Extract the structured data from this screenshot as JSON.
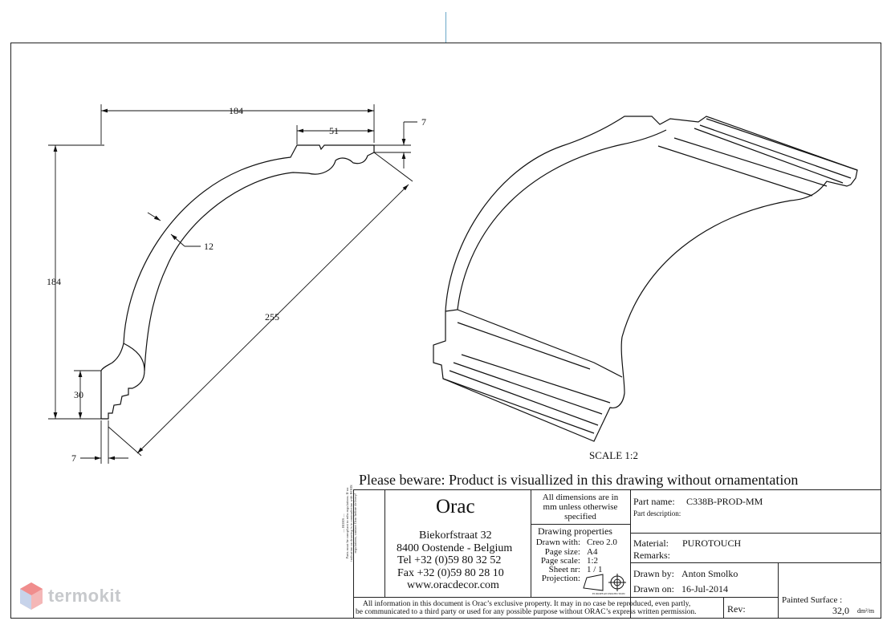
{
  "dimensions": {
    "width_top": "184",
    "profile_top": "51",
    "top_offset": "7",
    "radius": "12",
    "height": "184",
    "diagonal": "255",
    "bottom_profile": "30",
    "bottom_offset": "7"
  },
  "scale_label": "SCALE 1:2",
  "notice": "Please beware: Product is visuallized in this drawing without ornamentation",
  "rohs_text": "Parts must be compliant to rohs regulations. If no indication on drawing is in contradiction with ROHS regulations, contact Orac before delivery!",
  "rohs_label": "ROHS",
  "company": {
    "name": "Orac",
    "street": "Biekorfstraat 32",
    "city": "8400 Oostende - Belgium",
    "tel": "Tel   +32 (0)59 80 32 52",
    "fax": "Fax   +32 (0)59 80 28 10",
    "web": "www.oracdecor.com"
  },
  "dims_note": "All dimensions are in mm unless otherwise specified",
  "drawing_properties": {
    "title": "Drawing properties",
    "drawn_with_label": "Drawn with:",
    "drawn_with": "Creo 2.0",
    "page_size_label": "Page size:",
    "page_size": "A4",
    "page_scale_label": "Page scale:",
    "page_scale": "1:2",
    "sheet_nr_label": "Sheet nr:",
    "sheet_nr": "1 / 1",
    "projection_label": "Projection:",
    "projection_caption": "EUROPEAN PROJECTION"
  },
  "part": {
    "name_label": "Part name:",
    "name": "C338B-PROD-MM",
    "description_label": "Part description:",
    "material_label": "Material:",
    "material": "PUROTOUCH",
    "remarks_label": "Remarks:",
    "drawn_by_label": "Drawn by:",
    "drawn_by": "Anton Smolko",
    "drawn_on_label": "Drawn on:",
    "drawn_on": "16-Jul-2014",
    "rev_label": "Rev:",
    "surface_label": "Painted Surface :",
    "surface_value": "32,0",
    "surface_unit": "dm²/m"
  },
  "footer_line1": "All information in this document is Orac’s exclusive property.  It may in no case be reproduced, even partly,",
  "footer_line2": "be communicated to a third party or used for any possible purpose without ORAC’s express written permission.",
  "watermark": "termokit"
}
